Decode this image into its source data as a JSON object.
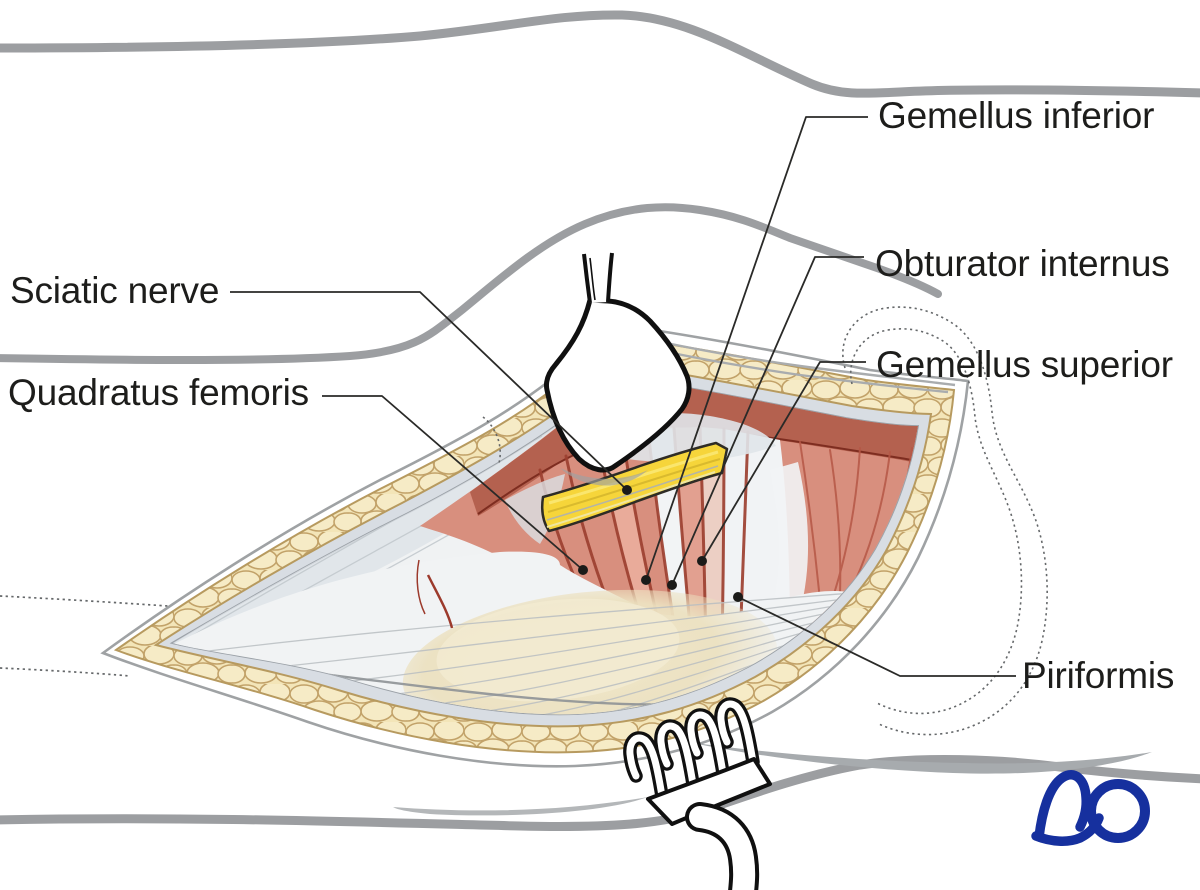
{
  "annotations": {
    "gemellus_inferior": {
      "label": "Gemellus inferior"
    },
    "obturator_internus": {
      "label": "Obturator internus"
    },
    "gemellus_superior": {
      "label": "Gemellus superior"
    },
    "sciatic_nerve": {
      "label": "Sciatic nerve"
    },
    "quadratus_femoris": {
      "label": "Quadratus femoris"
    },
    "piriformis": {
      "label": "Piriformis"
    }
  },
  "logo": {
    "text": "AO",
    "color": "#16309e"
  },
  "palette": {
    "label_ink": "#1d1d1b",
    "leader_line": "#2a2a28",
    "contour_gray": "#9c9ea1",
    "shadow_gray": "#b2b5b7",
    "skin_white": "#ffffff",
    "fat_yellow": "#f3e5b8",
    "fat_outline": "#bfa06a",
    "fascia_blue_gray": "#d8dde3",
    "muscle_pink": "#d88f7e",
    "muscle_deep_red": "#9d4030",
    "muscle_band_red": "#b4614f",
    "tendon_white": "#f2f4f5",
    "nerve_yellow": "#f6d53a",
    "bone_cream": "#efe6c8",
    "instrument_outline": "#101010",
    "ao_blue": "#16309e"
  }
}
